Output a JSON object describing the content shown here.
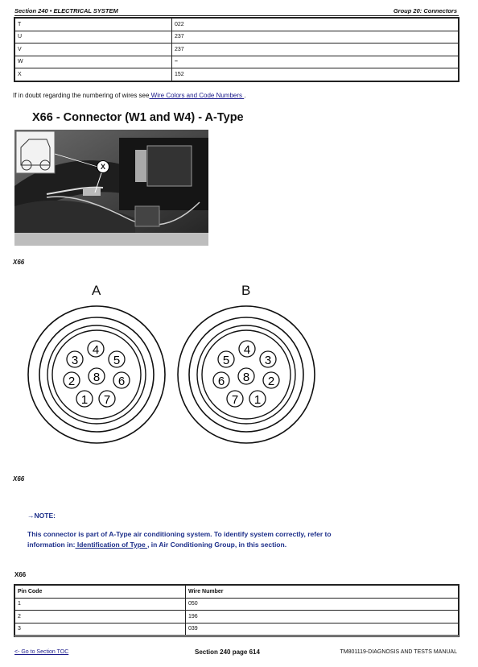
{
  "header": {
    "left": "Section 240 • ELECTRICAL SYSTEM",
    "right": "Group 20: Connectors"
  },
  "top_table": {
    "rows": [
      {
        "pin": "T",
        "wire": "022"
      },
      {
        "pin": "U",
        "wire": "237"
      },
      {
        "pin": "V",
        "wire": "237"
      },
      {
        "pin": "W",
        "wire": "–"
      },
      {
        "pin": "X",
        "wire": "152"
      }
    ]
  },
  "doubt_text": {
    "prefix": "If in doubt regarding the numbering of wires see",
    "link": " Wire Colors and Code Numbers ",
    "suffix": "."
  },
  "section_heading": "X66 - Connector (W1 and W4) - A-Type",
  "photo": {
    "callout": "X"
  },
  "caption1": "X66",
  "connectors": {
    "a": {
      "label": "A",
      "pins": [
        "1",
        "2",
        "3",
        "4",
        "5",
        "6",
        "7",
        "8"
      ]
    },
    "b": {
      "label": "B",
      "pins": [
        "1",
        "2",
        "3",
        "4",
        "5",
        "6",
        "7",
        "8"
      ]
    }
  },
  "caption2": "X66",
  "note": {
    "title": "→NOTE:",
    "line1": "This connector is part of A-Type air conditioning system. To identify system correctly, refer to",
    "line2_prefix": "information in:",
    "line2_link": " Identification of Type ",
    "line2_suffix": ", in Air Conditioning Group, in this section."
  },
  "table2_title": "X66",
  "bottom_table": {
    "headers": [
      "Pin Code",
      "Wire Number"
    ],
    "rows": [
      {
        "pin": "1",
        "wire": "050"
      },
      {
        "pin": "2",
        "wire": "196"
      },
      {
        "pin": "3",
        "wire": "039"
      }
    ]
  },
  "footer": {
    "left": "<- Go to Section TOC",
    "center": "Section 240 page 614",
    "right": "TM801119-DIAGNOSIS AND TESTS MANUAL"
  }
}
